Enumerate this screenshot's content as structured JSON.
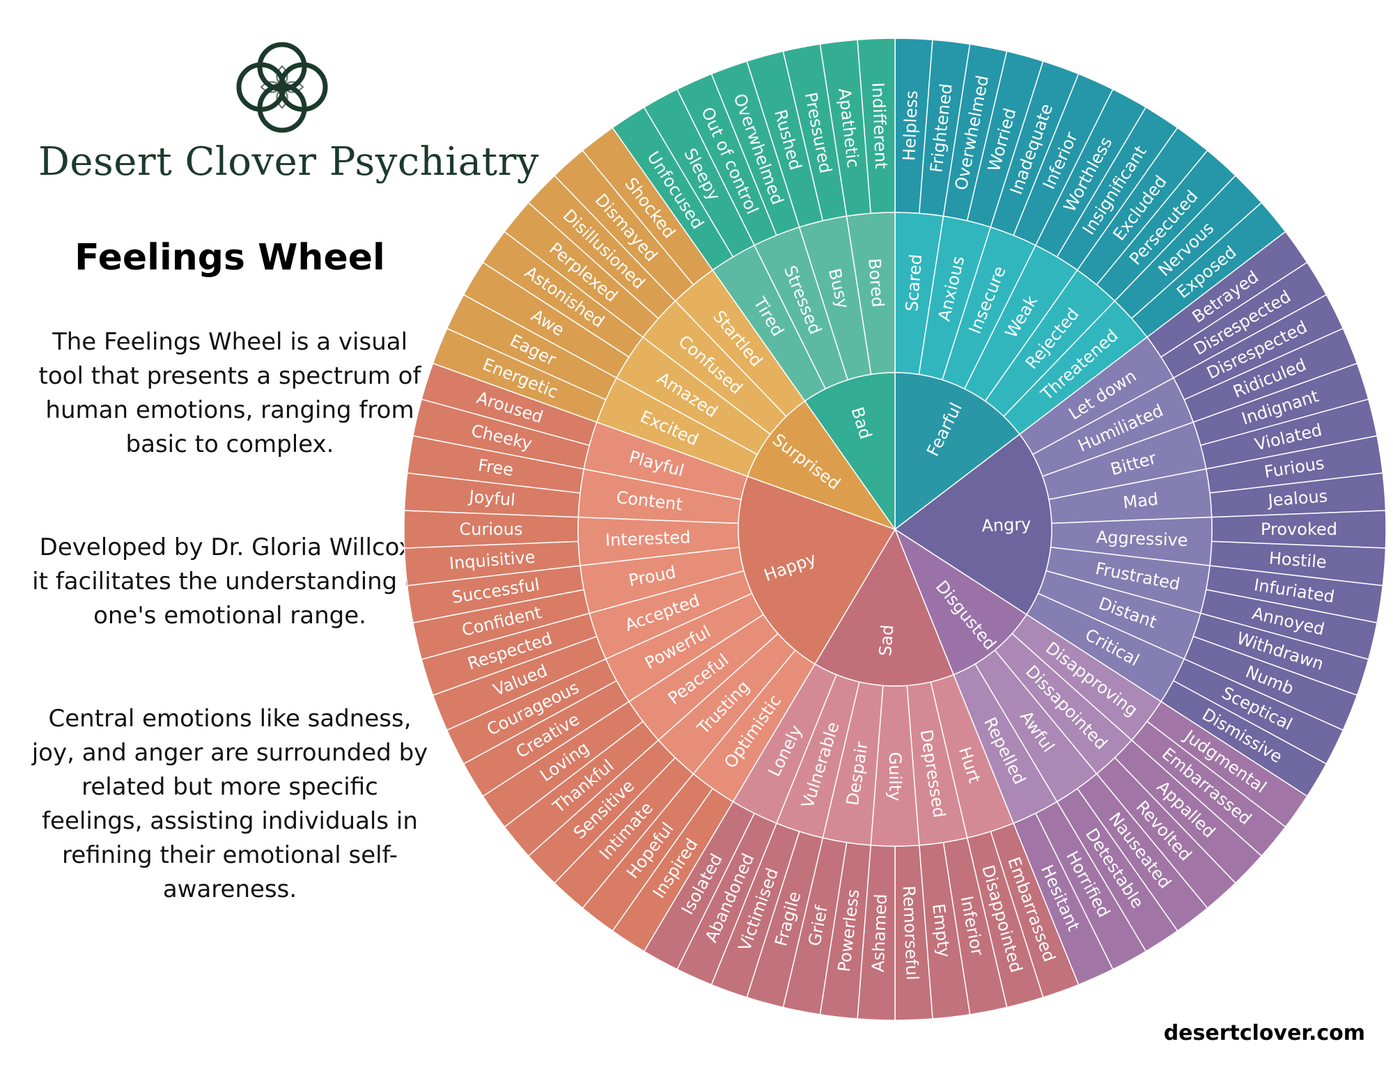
{
  "brand": {
    "name": "Desert Clover Psychiatry"
  },
  "title": "Feelings Wheel",
  "paragraphs": [
    "The Feelings Wheel is a visual tool that presents a spectrum of human emotions, ranging from basic to complex.",
    "Developed by Dr. Gloria Willcox, it facilitates the understanding of one's emotional range.",
    "Central emotions like sadness, joy, and anger are surrounded by related but more specific feelings, assisting individuals in refining their emotional self-awareness."
  ],
  "website": "desertclover.com",
  "colors": {
    "brand_text": "#1c3a2c",
    "Fearful": "#2a97a7",
    "Angry": "#6e659e",
    "Disgusted": "#9b72a8",
    "Sad": "#c1707a",
    "Happy": "#d67a64",
    "Surprised": "#dc9e4c",
    "Bad": "#33ad93"
  },
  "wheel": [
    {
      "name": "Fearful",
      "color": "#2a97a7",
      "mid": "#31b6be",
      "outer": "#2597a8",
      "children": [
        {
          "name": "Scared",
          "children": [
            "Helpless",
            "Frightened"
          ]
        },
        {
          "name": "Anxious",
          "children": [
            "Overwhelmed",
            "Worried"
          ]
        },
        {
          "name": "Insecure",
          "children": [
            "Inadequate",
            "Inferior"
          ]
        },
        {
          "name": "Weak",
          "children": [
            "Worthless",
            "Insignificant"
          ]
        },
        {
          "name": "Rejected",
          "children": [
            "Excluded",
            "Persecuted"
          ]
        },
        {
          "name": "Threatened",
          "children": [
            "Nervous",
            "Exposed"
          ]
        }
      ]
    },
    {
      "name": "Angry",
      "color": "#6e659e",
      "mid": "#857eb2",
      "outer": "#6f68a1",
      "children": [
        {
          "name": "Let down",
          "children": [
            "Betrayed",
            "Disrespected"
          ]
        },
        {
          "name": "Humiliated",
          "children": [
            "Disrespected",
            "Ridiculed"
          ]
        },
        {
          "name": "Bitter",
          "children": [
            "Indignant",
            "Violated"
          ]
        },
        {
          "name": "Mad",
          "children": [
            "Furious",
            "Jealous"
          ]
        },
        {
          "name": "Aggressive",
          "children": [
            "Provoked",
            "Hostile"
          ]
        },
        {
          "name": "Frustrated",
          "children": [
            "Infuriated",
            "Annoyed"
          ]
        },
        {
          "name": "Distant",
          "children": [
            "Withdrawn",
            "Numb"
          ]
        },
        {
          "name": "Critical",
          "children": [
            "Sceptical",
            "Dismissive"
          ]
        }
      ]
    },
    {
      "name": "Disgusted",
      "color": "#9b72a8",
      "mid": "#ab88b5",
      "outer": "#a176a6",
      "children": [
        {
          "name": "Disapproving",
          "children": [
            "Judgmental",
            "Embarrassed"
          ]
        },
        {
          "name": "Dissapointed",
          "children": [
            "Appalled",
            "Revolted"
          ]
        },
        {
          "name": "Awful",
          "children": [
            "Nauseated",
            "Detestable"
          ]
        },
        {
          "name": "Repelled",
          "children": [
            "Horrified",
            "Hesitant"
          ]
        }
      ]
    },
    {
      "name": "Sad",
      "color": "#c1707a",
      "mid": "#d48a94",
      "outer": "#c2727b",
      "children": [
        {
          "name": "Hurt",
          "children": [
            "Embarrassed",
            "Disappointed"
          ]
        },
        {
          "name": "Depressed",
          "children": [
            "Inferior",
            "Empty"
          ]
        },
        {
          "name": "Guilty",
          "children": [
            "Remorseful",
            "Ashamed"
          ]
        },
        {
          "name": "Despair",
          "children": [
            "Powerless",
            "Grief"
          ]
        },
        {
          "name": "Vulnerable",
          "children": [
            "Fragile",
            "Victimised"
          ]
        },
        {
          "name": "Lonely",
          "children": [
            "Abandoned",
            "Isolated"
          ]
        }
      ]
    },
    {
      "name": "Happy",
      "color": "#d67a64",
      "mid": "#e78e78",
      "outer": "#d87c66",
      "children": [
        {
          "name": "Optimistic",
          "children": [
            "Inspired",
            "Hopeful"
          ]
        },
        {
          "name": "Trusting",
          "children": [
            "Intimate",
            "Sensitive"
          ]
        },
        {
          "name": "Peaceful",
          "children": [
            "Thankful",
            "Loving"
          ]
        },
        {
          "name": "Powerful",
          "children": [
            "Creative",
            "Courageous"
          ]
        },
        {
          "name": "Accepted",
          "children": [
            "Valued",
            "Respected"
          ]
        },
        {
          "name": "Proud",
          "children": [
            "Confident",
            "Successful"
          ]
        },
        {
          "name": "Interested",
          "children": [
            "Inquisitive",
            "Curious"
          ]
        },
        {
          "name": "Content",
          "children": [
            "Joyful",
            "Free"
          ]
        },
        {
          "name": "Playful",
          "children": [
            "Cheeky",
            "Aroused"
          ]
        }
      ]
    },
    {
      "name": "Surprised",
      "color": "#dc9e4c",
      "mid": "#e5b15e",
      "outer": "#d99e50",
      "children": [
        {
          "name": "Excited",
          "children": [
            "Energetic",
            "Eager"
          ]
        },
        {
          "name": "Amazed",
          "children": [
            "Awe",
            "Astonished"
          ]
        },
        {
          "name": "Confused",
          "children": [
            "Perplexed",
            "Disillusioned"
          ]
        },
        {
          "name": "Startled",
          "children": [
            "Dismayed",
            "Shocked"
          ]
        }
      ]
    },
    {
      "name": "Bad",
      "color": "#33ad93",
      "mid": "#5dbaa2",
      "outer": "#34ae93",
      "children": [
        {
          "name": "Tired",
          "children": [
            "Unfocused",
            "Sleepy"
          ]
        },
        {
          "name": "Stressed",
          "children": [
            "Out of control",
            "Overwhelmed"
          ]
        },
        {
          "name": "Busy",
          "children": [
            "Rushed",
            "Pressured"
          ]
        },
        {
          "name": "Bored",
          "children": [
            "Apathetic",
            "Indifferent"
          ]
        }
      ]
    }
  ]
}
